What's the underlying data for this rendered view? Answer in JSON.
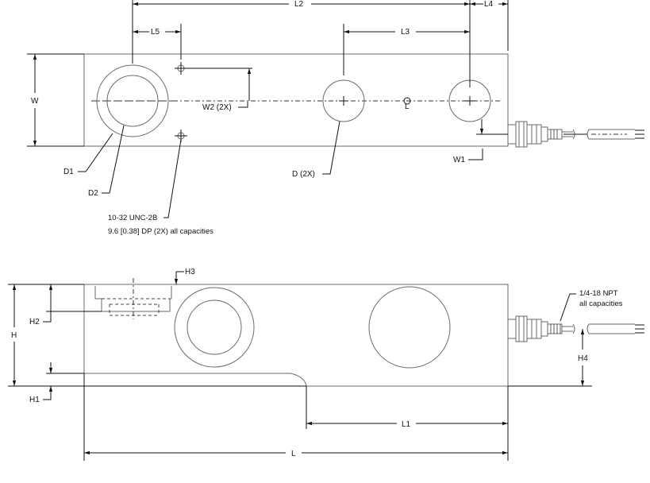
{
  "top_view": {
    "dimensions": {
      "L2": "L2",
      "L4": "L4",
      "L5": "L5",
      "L3": "L3",
      "W": "W",
      "W2": "W2  (2X)",
      "W1": "W1",
      "D1": "D1",
      "D2": "D2",
      "D": "D  (2X)",
      "centerline_symbol": "L"
    },
    "notes": {
      "thread_line1": "10-32 UNC-2B",
      "thread_line2": "9.6 [0.38] DP (2X) all capacities"
    }
  },
  "side_view": {
    "dimensions": {
      "H3": "H3",
      "H2": "H2",
      "H": "H",
      "H1": "H1",
      "H4": "H4",
      "L1": "L1",
      "L": "L"
    },
    "notes": {
      "npt_line1": "1/4-18 NPT",
      "npt_line2": "all capacities"
    }
  }
}
